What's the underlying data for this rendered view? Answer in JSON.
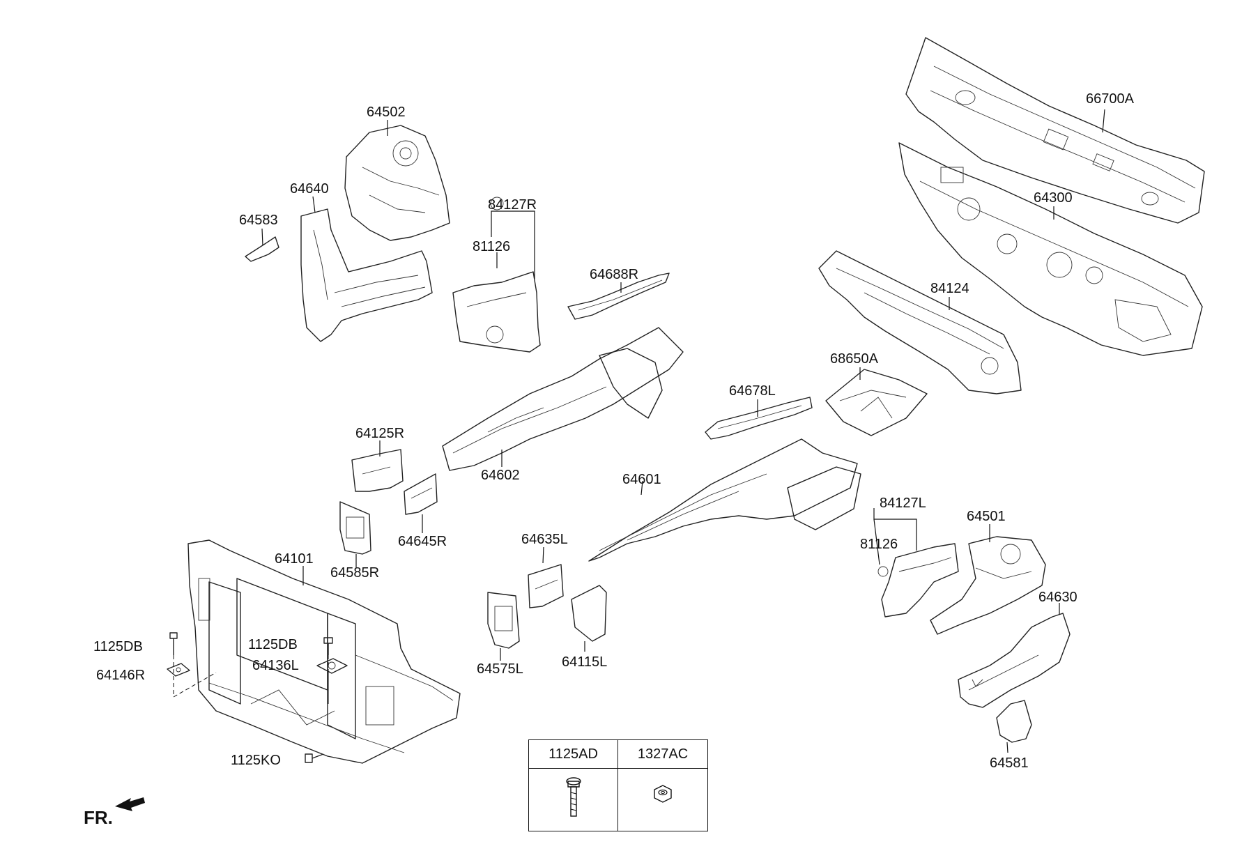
{
  "labels": {
    "p66700A": "66700A",
    "p64300": "64300",
    "p84124": "84124",
    "p68650A": "68650A",
    "p64678L": "64678L",
    "p64502": "64502",
    "p64640": "64640",
    "p64583": "64583",
    "p84127R": "84127R",
    "p81126_top": "81126",
    "p64688R": "64688R",
    "p64125R": "64125R",
    "p64602": "64602",
    "p64645R": "64645R",
    "p64585R": "64585R",
    "p64601": "64601",
    "p84127L": "84127L",
    "p81126_bottom": "81126",
    "p64501": "64501",
    "p64630": "64630",
    "p64581": "64581",
    "p64635L": "64635L",
    "p64575L": "64575L",
    "p64115L": "64115L",
    "p64101": "64101",
    "p1125DB_left": "1125DB",
    "p64146R": "64146R",
    "p1125DB_mid": "1125DB",
    "p64136L": "64136L",
    "p1125KO": "1125KO"
  },
  "legend": {
    "col1_header": "1125AD",
    "col2_header": "1327AC"
  },
  "direction": {
    "label": "FR."
  }
}
